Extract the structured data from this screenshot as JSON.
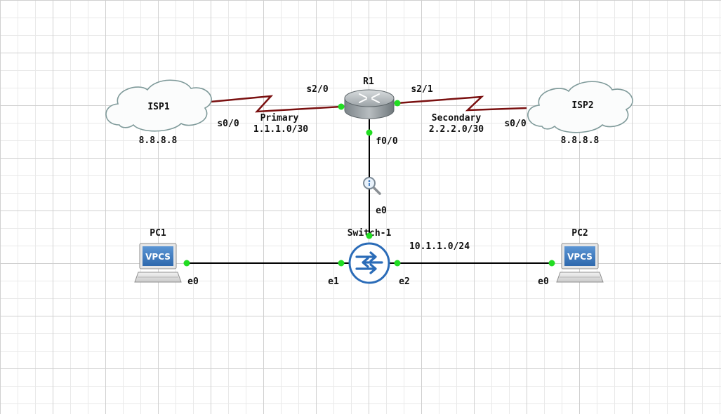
{
  "nodes": {
    "isp1": {
      "name": "ISP1",
      "address": "8.8.8.8",
      "port": "s0/0"
    },
    "isp2": {
      "name": "ISP2",
      "address": "8.8.8.8",
      "port": "s0/0"
    },
    "r1": {
      "name": "R1",
      "port_left": "s2/0",
      "port_right": "s2/1",
      "port_down": "f0/0"
    },
    "switch": {
      "name": "Switch-1",
      "port_up": "e0",
      "port_left": "e1",
      "port_right": "e2"
    },
    "pc1": {
      "name": "PC1",
      "badge": "VPCS",
      "port": "e0"
    },
    "pc2": {
      "name": "PC2",
      "badge": "VPCS",
      "port": "e0"
    }
  },
  "links": {
    "primary": {
      "name": "Primary",
      "subnet": "1.1.1.0/30"
    },
    "secondary": {
      "name": "Secondary",
      "subnet": "2.2.2.0/30"
    },
    "lan": {
      "subnet": "10.1.1.0/24"
    }
  },
  "colors": {
    "serial_link": "#7a1010",
    "ethernet_link": "#000000",
    "port_dot": "#22dd22",
    "switch_blue": "#2b6cb8",
    "vpcs_blue": "#3d7fc4",
    "cloud_stroke": "#7f9a9a"
  }
}
